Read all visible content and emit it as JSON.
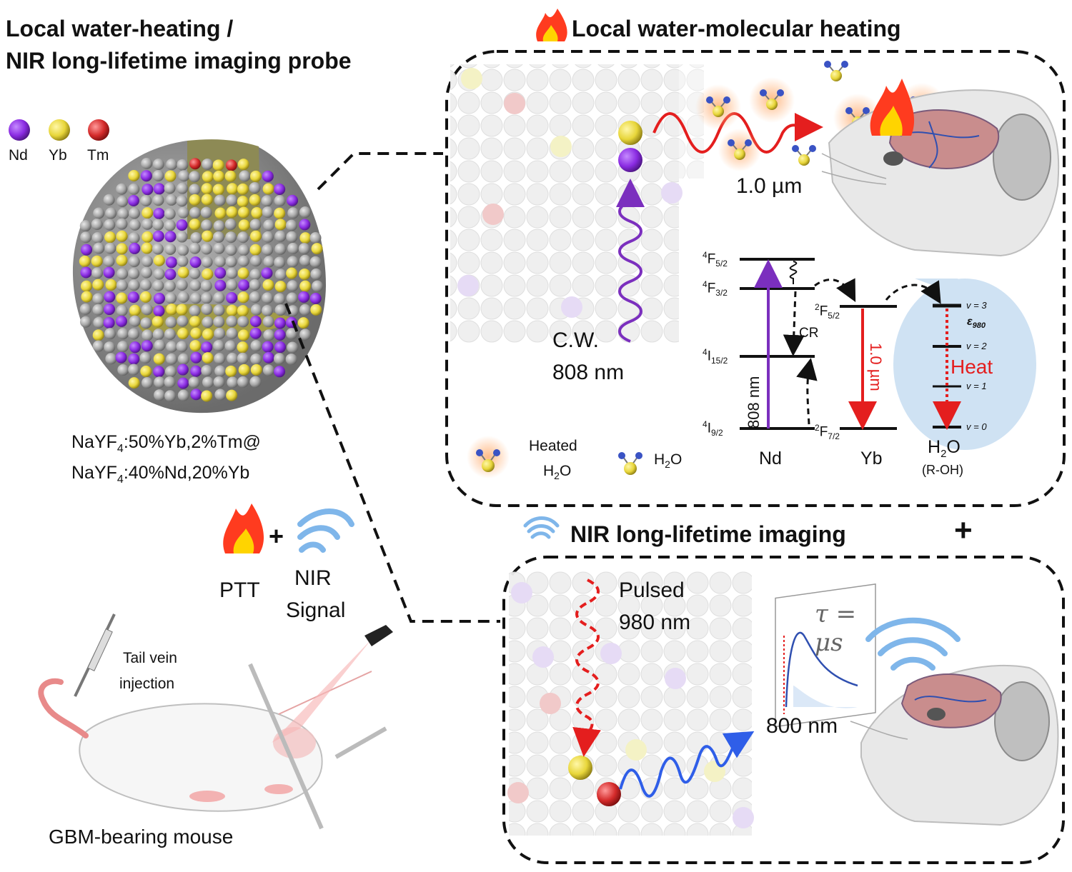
{
  "probe_title_line1": "Local water-heating /",
  "probe_title_line2": "NIR long-lifetime imaging probe",
  "legend": {
    "nd": {
      "label": "Nd",
      "color": "#8a2be2"
    },
    "yb": {
      "label": "Yb",
      "color": "#e8d63a"
    },
    "tm": {
      "label": "Tm",
      "color": "#d42a2a"
    }
  },
  "formula": {
    "core_a": "NaYF",
    "core_sub": "4",
    "core_b": ":50%Yb,2%Tm@",
    "shell_a": "NaYF",
    "shell_sub": "4",
    "shell_b": ":40%Nd,20%Yb"
  },
  "heating_panel": {
    "title": "Local water-molecular heating",
    "emission_label": "1.0 µm",
    "excitation_line1": "C.W.",
    "excitation_line2": "808 nm",
    "legend_heated_line1": "Heated",
    "legend_heated_line2a": "H",
    "legend_heated_line2sub": "2",
    "legend_heated_line2b": "O",
    "legend_water_a": "H",
    "legend_water_sub": "2",
    "legend_water_b": "O"
  },
  "energy_diagram": {
    "nd_levels": [
      {
        "sup": "4",
        "base": "F",
        "sub": "5/2"
      },
      {
        "sup": "4",
        "base": "F",
        "sub": "3/2"
      },
      {
        "sup": "4",
        "base": "I",
        "sub": "15/2"
      },
      {
        "sup": "4",
        "base": "I",
        "sub": "9/2"
      }
    ],
    "yb_levels": [
      {
        "sup": "2",
        "base": "F",
        "sub": "5/2"
      },
      {
        "sup": "2",
        "base": "F",
        "sub": "7/2"
      }
    ],
    "water_levels": [
      "v = 3",
      "v = 2",
      "v = 1",
      "v = 0"
    ],
    "nd_arrow_label": "808 nm",
    "yb_arrow_label": "1.0 µm",
    "cr_label": "CR",
    "epsilon_label": "ε",
    "epsilon_sub": "980",
    "heat_label": "Heat",
    "nd_name": "Nd",
    "yb_name": "Yb",
    "water_name_a": "H",
    "water_name_sub": "2",
    "water_name_b": "O",
    "water_sub_name": "(R-OH)",
    "colors": {
      "excitation": "#7b2fbe",
      "emission": "#e41e1e",
      "heat": "#e41e1e",
      "water_bg": "#cfe2f3"
    }
  },
  "imaging_panel": {
    "title": "NIR long-lifetime imaging",
    "plus": "+",
    "pulse_line1": "Pulsed",
    "pulse_line2": "980 nm",
    "emission_label": "800 nm",
    "tau_line1": "τ =",
    "tau_line2": "μs"
  },
  "therapy": {
    "plus": "+",
    "ptt_label": "PTT",
    "nir_line1": "NIR",
    "nir_line2": "Signal",
    "injection_line1": "Tail vein",
    "injection_line2": "injection",
    "mouse_label": "GBM-bearing mouse"
  }
}
